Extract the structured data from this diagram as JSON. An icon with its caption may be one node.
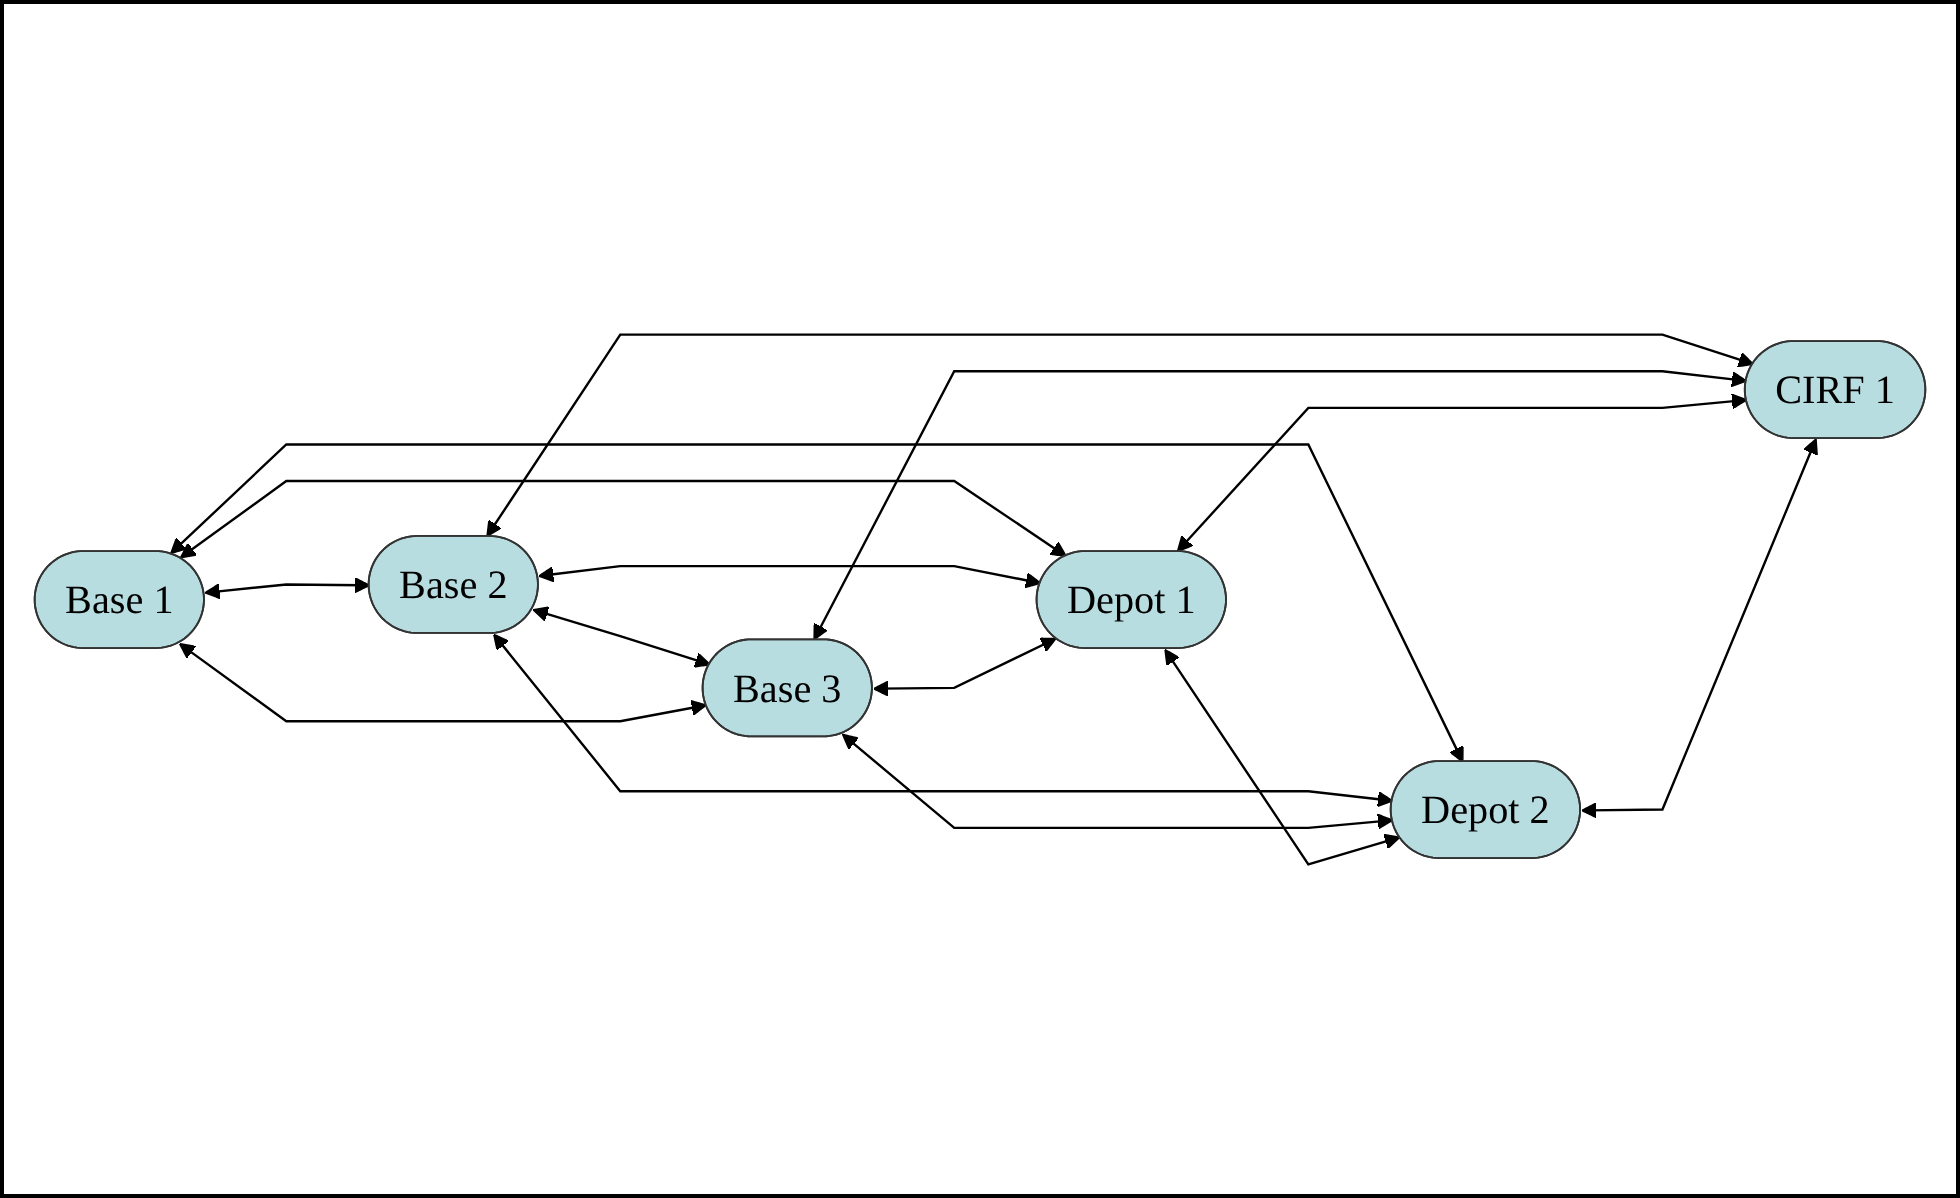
{
  "diagram": {
    "nodes": [
      {
        "text": [
          "Base 1"
        ]
      },
      {
        "text": [
          "Base 2"
        ]
      },
      {
        "text": [
          "Base 3"
        ]
      },
      {
        "text": [
          "Depot 1"
        ]
      },
      {
        "text": [
          "Depot 2"
        ]
      },
      {
        "text": [
          "CIRF 1"
        ]
      }
    ],
    "edges": [
      {
        "from": 0,
        "to": 1,
        "arrow": "both"
      },
      {
        "from": 1,
        "to": 2,
        "arrow": "both"
      },
      {
        "from": 0,
        "to": 2,
        "arrow": "both"
      },
      {
        "from": 0,
        "to": 3,
        "arrow": "both"
      },
      {
        "from": 0,
        "to": 4,
        "arrow": "both"
      },
      {
        "from": 1,
        "to": 3,
        "arrow": "both"
      },
      {
        "from": 1,
        "to": 4,
        "arrow": "both"
      },
      {
        "from": 1,
        "to": 5,
        "arrow": "both"
      },
      {
        "from": 2,
        "to": 3,
        "arrow": "both"
      },
      {
        "from": 2,
        "to": 4,
        "arrow": "both"
      },
      {
        "from": 2,
        "to": 5,
        "arrow": "both"
      },
      {
        "from": 3,
        "to": 4,
        "arrow": "both"
      },
      {
        "from": 3,
        "to": 5,
        "arrow": "both"
      },
      {
        "from": 4,
        "to": 5,
        "arrow": "both"
      }
    ]
  }
}
